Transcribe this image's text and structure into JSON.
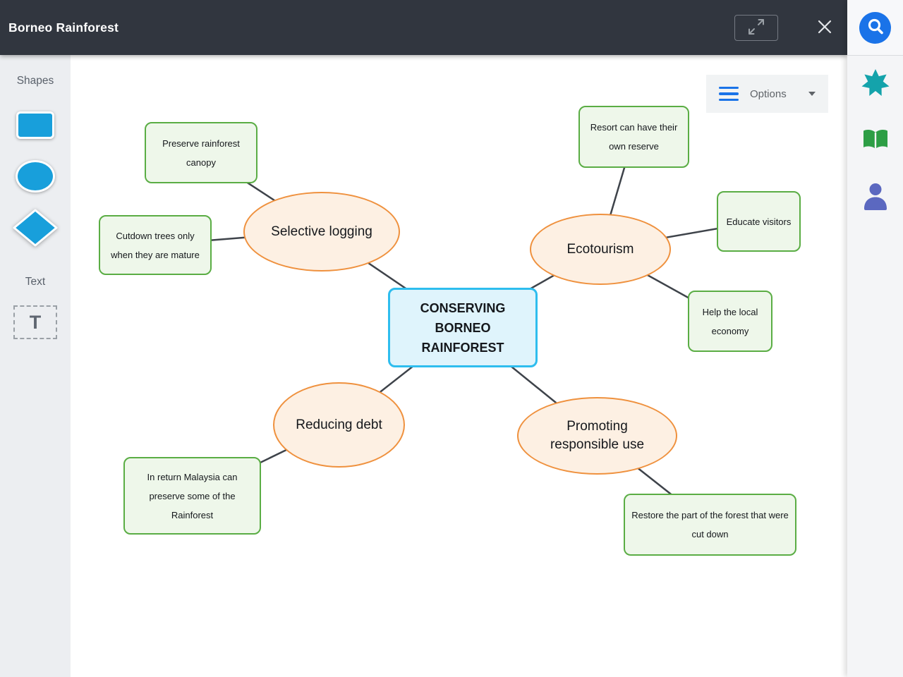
{
  "titlebar": {
    "title": "Borneo Rainforest"
  },
  "left_panel": {
    "shapes_label": "Shapes",
    "text_label": "Text",
    "text_tool_glyph": "T",
    "shape_tools": [
      "rectangle",
      "ellipse",
      "diamond"
    ]
  },
  "canvas": {
    "options_label": "Options"
  },
  "diagram": {
    "nodes": {
      "central": {
        "type": "rectangle",
        "label": "CONSERVING\nBORNEO\nRAINFOREST"
      },
      "selective": {
        "type": "ellipse",
        "label": "Selective logging"
      },
      "ecotour": {
        "type": "ellipse",
        "label": "Ecotourism"
      },
      "reducing": {
        "type": "ellipse",
        "label": "Reducing debt"
      },
      "promoting": {
        "type": "ellipse",
        "label": "Promoting\nresponsible use"
      },
      "preserve": {
        "type": "rounded-box",
        "label": "Preserve rainforest\ncanopy"
      },
      "cutdown": {
        "type": "rounded-box",
        "label": "Cutdown trees only\nwhen they are mature"
      },
      "resort": {
        "type": "rounded-box",
        "label": "Resort can have their\nown reserve"
      },
      "educate": {
        "type": "rounded-box",
        "label": "Educate visitors"
      },
      "help": {
        "type": "rounded-box",
        "label": "Help the local\neconomy"
      },
      "malaysia": {
        "type": "rounded-box",
        "label": "In return Malaysia can\npreserve some of the\nRainforest"
      },
      "restore": {
        "type": "rounded-box",
        "label": "Restore the part of the forest that were\ncut down"
      }
    },
    "edges": [
      [
        "preserve",
        "selective"
      ],
      [
        "cutdown",
        "selective"
      ],
      [
        "selective",
        "central"
      ],
      [
        "ecotour",
        "central"
      ],
      [
        "resort",
        "ecotour"
      ],
      [
        "educate",
        "ecotour"
      ],
      [
        "help",
        "ecotour"
      ],
      [
        "reducing",
        "central"
      ],
      [
        "malaysia",
        "reducing"
      ],
      [
        "promoting",
        "central"
      ],
      [
        "restore",
        "promoting"
      ]
    ]
  },
  "right_rail": {
    "icons": [
      "search",
      "star-burst",
      "open-book",
      "person"
    ]
  },
  "colors": {
    "topbar_bg": "#31363f",
    "central_border": "#2ebdee",
    "central_fill": "#dff4fc",
    "topic_border": "#ef913e",
    "topic_fill": "#fdf0e3",
    "detail_border": "#5aad44",
    "detail_fill": "#eef7ea",
    "shape_tool_blue": "#189fdb",
    "accent_blue": "#1a73e8",
    "star_teal": "#14a3ab",
    "book_green": "#2d9e45",
    "person_indigo": "#5b68c0",
    "connector": "#3e434a"
  }
}
